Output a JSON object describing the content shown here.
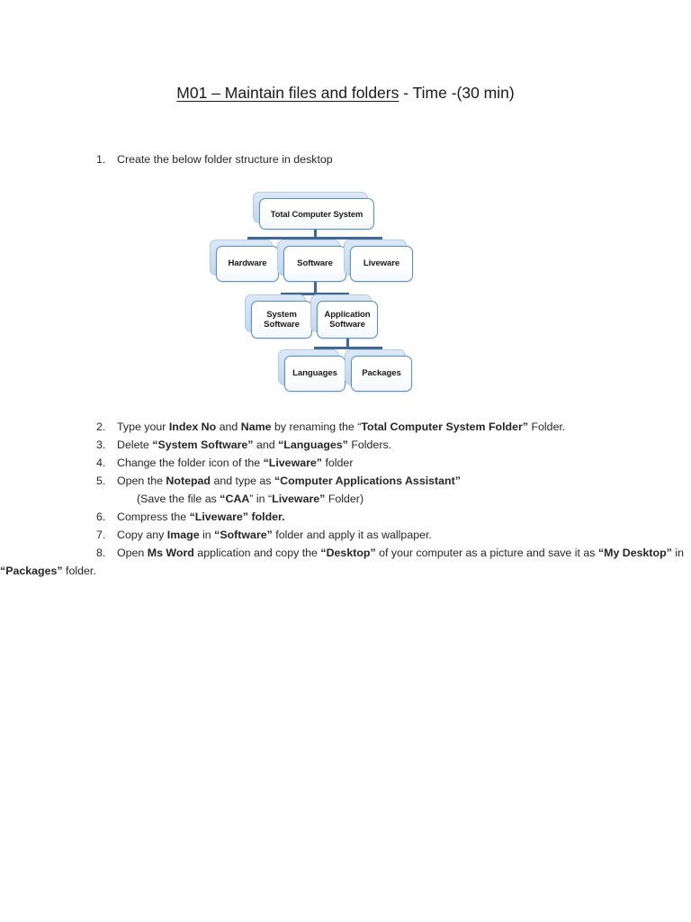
{
  "document": {
    "title": {
      "underlined": "M01 – Maintain files and folders",
      "suffix": " - Time -(30 min)"
    }
  },
  "intro": {
    "number": "1.",
    "text": "Create the below folder structure in desktop"
  },
  "diagram": {
    "nodes": {
      "root": "Total Computer System",
      "hardware": "Hardware",
      "software": "Software",
      "liveware": "Liveware",
      "system_software_line1": "System",
      "system_software_line2": "Software",
      "application_software_line1": "Application",
      "application_software_line2": "Software",
      "languages": "Languages",
      "packages": "Packages"
    },
    "colors": {
      "border": "#5b8fc4",
      "connector": "#3f6897",
      "plate": "#c3d8ee"
    }
  },
  "steps": [
    {
      "number": "2.",
      "parts": [
        {
          "t": "Type your ",
          "b": false
        },
        {
          "t": "Index No",
          "b": true
        },
        {
          "t": " and ",
          "b": false
        },
        {
          "t": "Name",
          "b": true
        },
        {
          "t": " by renaming the “",
          "b": false
        },
        {
          "t": "Total Computer System Folder”",
          "b": true
        },
        {
          "t": " Folder.",
          "b": false
        }
      ]
    },
    {
      "number": "3.",
      "parts": [
        {
          "t": "Delete ",
          "b": false
        },
        {
          "t": "“System Software”",
          "b": true
        },
        {
          "t": " and ",
          "b": false
        },
        {
          "t": "“Languages”",
          "b": true
        },
        {
          "t": " Folders.",
          "b": false
        }
      ]
    },
    {
      "number": "4.",
      "parts": [
        {
          "t": "Change the folder icon of the ",
          "b": false
        },
        {
          "t": "“Liveware”",
          "b": true
        },
        {
          "t": " folder",
          "b": false
        }
      ]
    },
    {
      "number": "5.",
      "parts": [
        {
          "t": "Open the  ",
          "b": false
        },
        {
          "t": "Notepad",
          "b": true
        },
        {
          "t": " and type  as ",
          "b": false
        },
        {
          "t": "“Computer Applications Assistant”",
          "b": true
        }
      ],
      "sub_parts": [
        {
          "t": "(Save the file as ",
          "b": false
        },
        {
          "t": "“CAA",
          "b": true
        },
        {
          "t": "” in “",
          "b": false
        },
        {
          "t": "Liveware”",
          "b": true
        },
        {
          "t": " Folder)",
          "b": false
        }
      ]
    },
    {
      "number": "6.",
      "parts": [
        {
          "t": "Compress the ",
          "b": false
        },
        {
          "t": "“Liveware” folder.",
          "b": true
        }
      ]
    },
    {
      "number": "7.",
      "parts": [
        {
          "t": "Copy any ",
          "b": false
        },
        {
          "t": "Image",
          "b": true
        },
        {
          "t": " in ",
          "b": false
        },
        {
          "t": "“Software”",
          "b": true
        },
        {
          "t": " folder and apply it as wallpaper.",
          "b": false
        }
      ]
    },
    {
      "number": "8.",
      "parts": [
        {
          "t": "Open ",
          "b": false
        },
        {
          "t": "Ms Word",
          "b": true
        },
        {
          "t": " application and copy the ",
          "b": false
        },
        {
          "t": "“Desktop”",
          "b": true
        },
        {
          "t": " of your computer as a picture and save it as ",
          "b": false
        },
        {
          "t": "“My Desktop”",
          "b": true
        },
        {
          "t": " in ",
          "b": false
        },
        {
          "t": "“Packages”",
          "b": true
        },
        {
          "t": " folder.",
          "b": false
        }
      ]
    }
  ]
}
